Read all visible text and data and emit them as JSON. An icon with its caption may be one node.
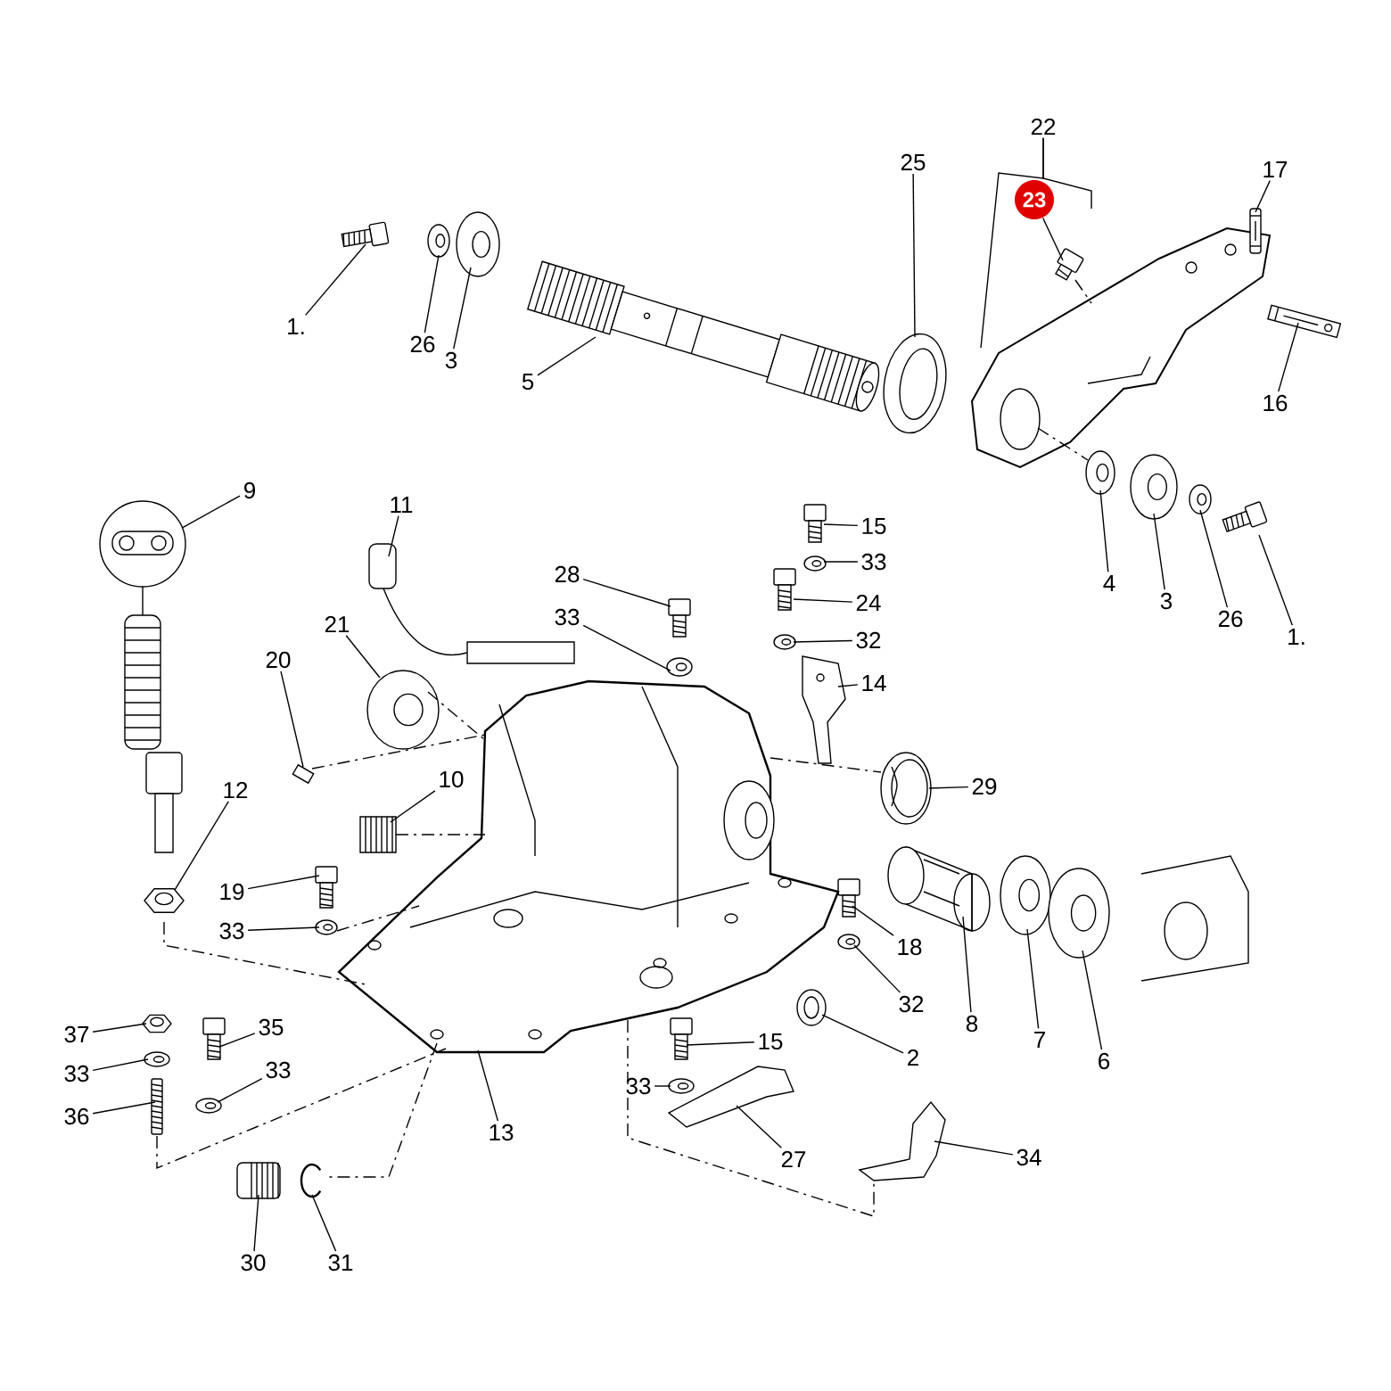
{
  "diagram": {
    "nodes": [
      {
        "text": [
          "1."
        ]
      },
      {
        "text": [
          "26"
        ]
      },
      {
        "text": [
          "3"
        ]
      },
      {
        "text": [
          "5"
        ]
      },
      {
        "text": [
          "25"
        ]
      },
      {
        "text": [
          "22"
        ]
      },
      {
        "text": [
          "23"
        ]
      },
      {
        "text": [
          "17"
        ]
      },
      {
        "text": [
          "16"
        ]
      },
      {
        "text": [
          "4"
        ]
      },
      {
        "text": [
          "3"
        ]
      },
      {
        "text": [
          "26"
        ]
      },
      {
        "text": [
          "1."
        ]
      },
      {
        "text": [
          "9"
        ]
      },
      {
        "text": [
          "11"
        ]
      },
      {
        "text": [
          "28"
        ]
      },
      {
        "text": [
          "33"
        ]
      },
      {
        "text": [
          "21"
        ]
      },
      {
        "text": [
          "20"
        ]
      },
      {
        "text": [
          "15"
        ]
      },
      {
        "text": [
          "33"
        ]
      },
      {
        "text": [
          "24"
        ]
      },
      {
        "text": [
          "32"
        ]
      },
      {
        "text": [
          "14"
        ]
      },
      {
        "text": [
          "10"
        ]
      },
      {
        "text": [
          "12"
        ]
      },
      {
        "text": [
          "19"
        ]
      },
      {
        "text": [
          "33"
        ]
      },
      {
        "text": [
          "29"
        ]
      },
      {
        "text": [
          "18"
        ]
      },
      {
        "text": [
          "32"
        ]
      },
      {
        "text": [
          "8"
        ]
      },
      {
        "text": [
          "7"
        ]
      },
      {
        "text": [
          "6"
        ]
      },
      {
        "text": [
          "37"
        ]
      },
      {
        "text": [
          "33"
        ]
      },
      {
        "text": [
          "36"
        ]
      },
      {
        "text": [
          "35"
        ]
      },
      {
        "text": [
          "33"
        ]
      },
      {
        "text": [
          "15"
        ]
      },
      {
        "text": [
          "2"
        ]
      },
      {
        "text": [
          "33"
        ]
      },
      {
        "text": [
          "13"
        ]
      },
      {
        "text": [
          "27"
        ]
      },
      {
        "text": [
          "34"
        ]
      },
      {
        "text": [
          "30"
        ]
      },
      {
        "text": [
          "31"
        ]
      },
      {
        "text": [],
        "shape": "picture"
      },
      {
        "text": [],
        "shape": "picture"
      },
      {
        "text": [],
        "shape": "picture"
      },
      {
        "text": [],
        "shape": "picture"
      },
      {
        "text": [],
        "shape": "picture"
      },
      {
        "text": [],
        "shape": "picture"
      },
      {
        "text": [],
        "shape": "picture"
      },
      {
        "text": [],
        "shape": "picture"
      },
      {
        "text": [],
        "shape": "picture"
      },
      {
        "text": [],
        "shape": "picture"
      },
      {
        "text": [],
        "shape": "picture"
      },
      {
        "text": [],
        "shape": "picture"
      },
      {
        "text": [],
        "shape": "picture"
      },
      {
        "text": [],
        "shape": "picture"
      },
      {
        "text": [],
        "shape": "picture"
      },
      {
        "text": [],
        "shape": "picture"
      },
      {
        "text": [],
        "shape": "picture"
      },
      {
        "text": [],
        "shape": "picture"
      },
      {
        "text": [],
        "shape": "picture"
      },
      {
        "text": [],
        "shape": "picture"
      },
      {
        "text": [],
        "shape": "picture"
      },
      {
        "text": [],
        "shape": "picture"
      },
      {
        "text": [],
        "shape": "picture"
      },
      {
        "text": [],
        "shape": "picture"
      },
      {
        "text": [],
        "shape": "picture"
      },
      {
        "text": [],
        "shape": "picture"
      },
      {
        "text": [],
        "shape": "picture"
      },
      {
        "text": [],
        "shape": "picture"
      },
      {
        "text": [],
        "shape": "picture"
      },
      {
        "text": [],
        "shape": "picture"
      },
      {
        "text": [],
        "shape": "picture"
      },
      {
        "text": [],
        "shape": "picture"
      },
      {
        "text": [],
        "shape": "picture"
      },
      {
        "text": [],
        "shape": "picture"
      },
      {
        "text": [],
        "shape": "picture"
      },
      {
        "text": [],
        "shape": "picture"
      },
      {
        "text": [],
        "shape": "picture"
      },
      {
        "text": [],
        "shape": "picture"
      },
      {
        "text": [],
        "shape": "picture"
      },
      {
        "text": [],
        "shape": "picture"
      },
      {
        "text": [],
        "shape": "picture"
      },
      {
        "text": [],
        "shape": "picture"
      },
      {
        "text": [],
        "shape": "picture"
      },
      {
        "text": [],
        "shape": "picture"
      },
      {
        "text": [],
        "shape": "picture"
      },
      {
        "text": [],
        "shape": "picture"
      },
      {
        "text": [],
        "shape": "picture"
      }
    ],
    "edges": [
      {
        "from": 0,
        "to": 47,
        "arrow": "none"
      },
      {
        "from": 1,
        "to": 48,
        "arrow": "none"
      },
      {
        "from": 2,
        "to": 49,
        "arrow": "none"
      },
      {
        "from": 3,
        "to": 50,
        "arrow": "none"
      },
      {
        "from": 4,
        "to": 51,
        "arrow": "none"
      },
      {
        "from": 5,
        "to": 52,
        "arrow": "none"
      },
      {
        "from": 6,
        "to": 53,
        "arrow": "none"
      },
      {
        "from": 7,
        "to": 54,
        "arrow": "none"
      },
      {
        "from": 8,
        "to": 55,
        "arrow": "none"
      },
      {
        "from": 9,
        "to": 56,
        "arrow": "none"
      },
      {
        "from": 10,
        "to": 57,
        "arrow": "none"
      },
      {
        "from": 11,
        "to": 58,
        "arrow": "none"
      },
      {
        "from": 12,
        "to": 59,
        "arrow": "none"
      },
      {
        "from": 13,
        "to": 60,
        "arrow": "none"
      },
      {
        "from": 14,
        "to": 61,
        "arrow": "none"
      },
      {
        "from": 15,
        "to": 62,
        "arrow": "none"
      },
      {
        "from": 16,
        "to": 63,
        "arrow": "none"
      },
      {
        "from": 17,
        "to": 64,
        "arrow": "none"
      },
      {
        "from": 18,
        "to": 65,
        "arrow": "none"
      },
      {
        "from": 19,
        "to": 66,
        "arrow": "none"
      },
      {
        "from": 20,
        "to": 67,
        "arrow": "none"
      },
      {
        "from": 21,
        "to": 68,
        "arrow": "none"
      },
      {
        "from": 22,
        "to": 69,
        "arrow": "none"
      },
      {
        "from": 23,
        "to": 70,
        "arrow": "none"
      },
      {
        "from": 24,
        "to": 71,
        "arrow": "none"
      },
      {
        "from": 25,
        "to": 72,
        "arrow": "none"
      },
      {
        "from": 26,
        "to": 73,
        "arrow": "none"
      },
      {
        "from": 27,
        "to": 74,
        "arrow": "none"
      },
      {
        "from": 28,
        "to": 75,
        "arrow": "none"
      },
      {
        "from": 29,
        "to": 76,
        "arrow": "none"
      },
      {
        "from": 30,
        "to": 77,
        "arrow": "none"
      },
      {
        "from": 31,
        "to": 78,
        "arrow": "none"
      },
      {
        "from": 32,
        "to": 79,
        "arrow": "none"
      },
      {
        "from": 33,
        "to": 80,
        "arrow": "none"
      },
      {
        "from": 34,
        "to": 81,
        "arrow": "none"
      },
      {
        "from": 35,
        "to": 82,
        "arrow": "none"
      },
      {
        "from": 36,
        "to": 83,
        "arrow": "none"
      },
      {
        "from": 37,
        "to": 84,
        "arrow": "none"
      },
      {
        "from": 38,
        "to": 85,
        "arrow": "none"
      },
      {
        "from": 39,
        "to": 86,
        "arrow": "none"
      },
      {
        "from": 40,
        "to": 87,
        "arrow": "none"
      },
      {
        "from": 41,
        "to": 88,
        "arrow": "none"
      },
      {
        "from": 42,
        "to": 89,
        "arrow": "none"
      },
      {
        "from": 43,
        "to": 90,
        "arrow": "none"
      },
      {
        "from": 44,
        "to": 91,
        "arrow": "none"
      },
      {
        "from": 45,
        "to": 92,
        "arrow": "none"
      },
      {
        "from": 46,
        "to": 93,
        "arrow": "none"
      },
      {
        "from": 5,
        "to": null,
        "arrow": "none"
      },
      {
        "from": 72,
        "to": 89,
        "arrow": "none",
        "style": "dashed"
      },
      {
        "from": 83,
        "to": 89,
        "arrow": "none",
        "style": "dashed"
      },
      {
        "from": 89,
        "to": 93,
        "arrow": "none",
        "style": "dashed"
      },
      {
        "from": 89,
        "to": 91,
        "arrow": "none",
        "style": "dashed"
      },
      {
        "from": 65,
        "to": 89,
        "arrow": "none",
        "style": "dashed"
      },
      {
        "from": 64,
        "to": 89,
        "arrow": "none",
        "style": "dashed"
      },
      {
        "from": 71,
        "to": 89,
        "arrow": "none",
        "style": "dashed"
      },
      {
        "from": 74,
        "to": 89,
        "arrow": "none",
        "style": "dashed"
      },
      {
        "from": 52,
        "to": 56,
        "arrow": "none",
        "style": "dashed"
      },
      {
        "from": 53,
        "to": 52,
        "arrow": "none",
        "style": "dashed"
      },
      {
        "from": 89,
        "to": 75,
        "arrow": "none",
        "style": "dashed"
      }
    ]
  }
}
